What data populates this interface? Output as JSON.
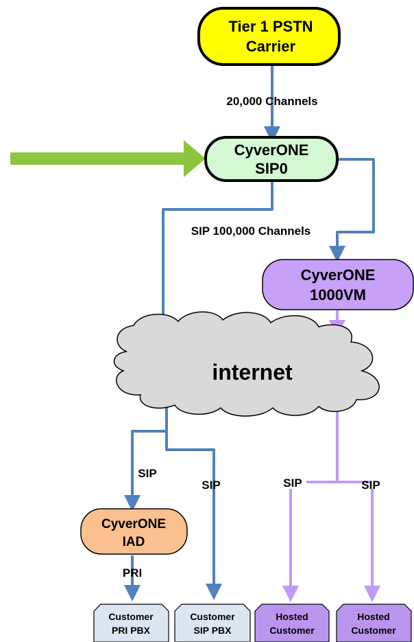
{
  "colors": {
    "blue_line": "#4f81bd",
    "purple_line": "#c09af7",
    "carrier_fill": "#ffff00",
    "sip0_fill": "#d3f8d3",
    "vm_fill": "#c7a0f7",
    "iad_fill": "#fac090",
    "cloud_fill": "#d9d9d9",
    "customer_fill": "#dce6f2",
    "hosted_fill": "#b995ee",
    "arrow_green": "#8cc63e"
  },
  "nodes": {
    "carrier": {
      "line1": "Tier 1 PSTN",
      "line2": "Carrier"
    },
    "sip0": {
      "line1": "CyverONE",
      "line2": "SIP0"
    },
    "vm": {
      "line1": "CyverONE",
      "line2": "1000VM"
    },
    "internet": {
      "label": "internet"
    },
    "iad": {
      "line1": "CyverONE",
      "line2": "IAD"
    },
    "customer_pri": {
      "line1": "Customer",
      "line2": "PRI PBX"
    },
    "customer_sip": {
      "line1": "Customer",
      "line2": "SIP PBX"
    },
    "hosted_1": {
      "line1": "Hosted",
      "line2": "Customer"
    },
    "hosted_2": {
      "line1": "Hosted",
      "line2": "Customer"
    }
  },
  "edges": {
    "carrier_sip0": "20,000 Channels",
    "sip0_internet": "SIP 100,000 Channels",
    "to_iad": "SIP",
    "to_sip_pbx": "SIP",
    "iad_to_pri": "PRI",
    "hosted_left": "SIP",
    "hosted_right": "SIP"
  }
}
